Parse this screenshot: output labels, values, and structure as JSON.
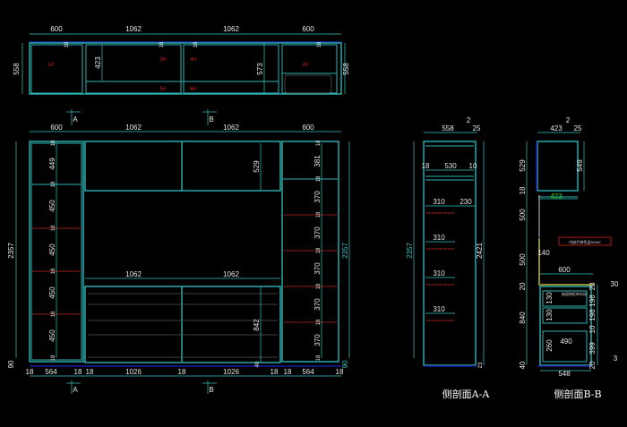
{
  "plan_view": {
    "top_dims": [
      "600",
      "1062",
      "1062",
      "600"
    ],
    "side_dims": [
      "558",
      "558"
    ],
    "inner_dims": [
      "423",
      "573"
    ],
    "thickness": [
      "18",
      "18",
      "18",
      "18"
    ],
    "part_labels": [
      "1#",
      "3#",
      "4#",
      "2#",
      "5#",
      "6#"
    ]
  },
  "section_markers": {
    "a": "A",
    "b": "B"
  },
  "front_elevation": {
    "top_dims": [
      "600",
      "1062",
      "1062",
      "600"
    ],
    "mid_dims": [
      "1062",
      "1062"
    ],
    "height_dims": [
      "2357",
      "2357"
    ],
    "base_dims": [
      "90",
      "90"
    ],
    "left_column": [
      "18",
      "449",
      "18",
      "450",
      "18",
      "450",
      "18",
      "450",
      "18",
      "450",
      "18"
    ],
    "right_column": [
      "18",
      "381",
      "18",
      "370",
      "18",
      "370",
      "18",
      "370",
      "18",
      "370",
      "18",
      "370",
      "18"
    ],
    "upper_cabinet": "529",
    "lower_cabinet": "842",
    "lower_gap": "40",
    "bottom_dims": [
      "18",
      "564",
      "18",
      "18",
      "1026",
      "18",
      "1026",
      "18",
      "18",
      "564",
      "18"
    ]
  },
  "section_a": {
    "title": "侧剖面A-A",
    "top_dims": [
      "558",
      "25",
      "2"
    ],
    "inner_dims": [
      "18",
      "530",
      "10"
    ],
    "shelf_dims": [
      "310",
      "230",
      "310",
      "310",
      "310"
    ],
    "height_dims": [
      "2357",
      "2421",
      "23"
    ]
  },
  "section_b": {
    "title": "侧剖面B-B",
    "top_dims": [
      "423",
      "25",
      "2"
    ],
    "left_dims": [
      "529",
      "18",
      "500",
      "500",
      "20",
      "840",
      "40"
    ],
    "right_dims": [
      "549",
      "20",
      "198",
      "198",
      "10",
      "399",
      "20"
    ],
    "inner_dims": [
      "423",
      "140",
      "600",
      "30",
      "130",
      "130",
      "260",
      "490",
      "548",
      "3"
    ],
    "light_note": "内嵌灯带色温3000K",
    "drawer_note": "抽屉地柜带木纹"
  },
  "colors": {
    "line": "#2fb4b4",
    "shelf_marker": "#b01818",
    "part_label": "#e02020",
    "highlight": "#22dd22"
  }
}
